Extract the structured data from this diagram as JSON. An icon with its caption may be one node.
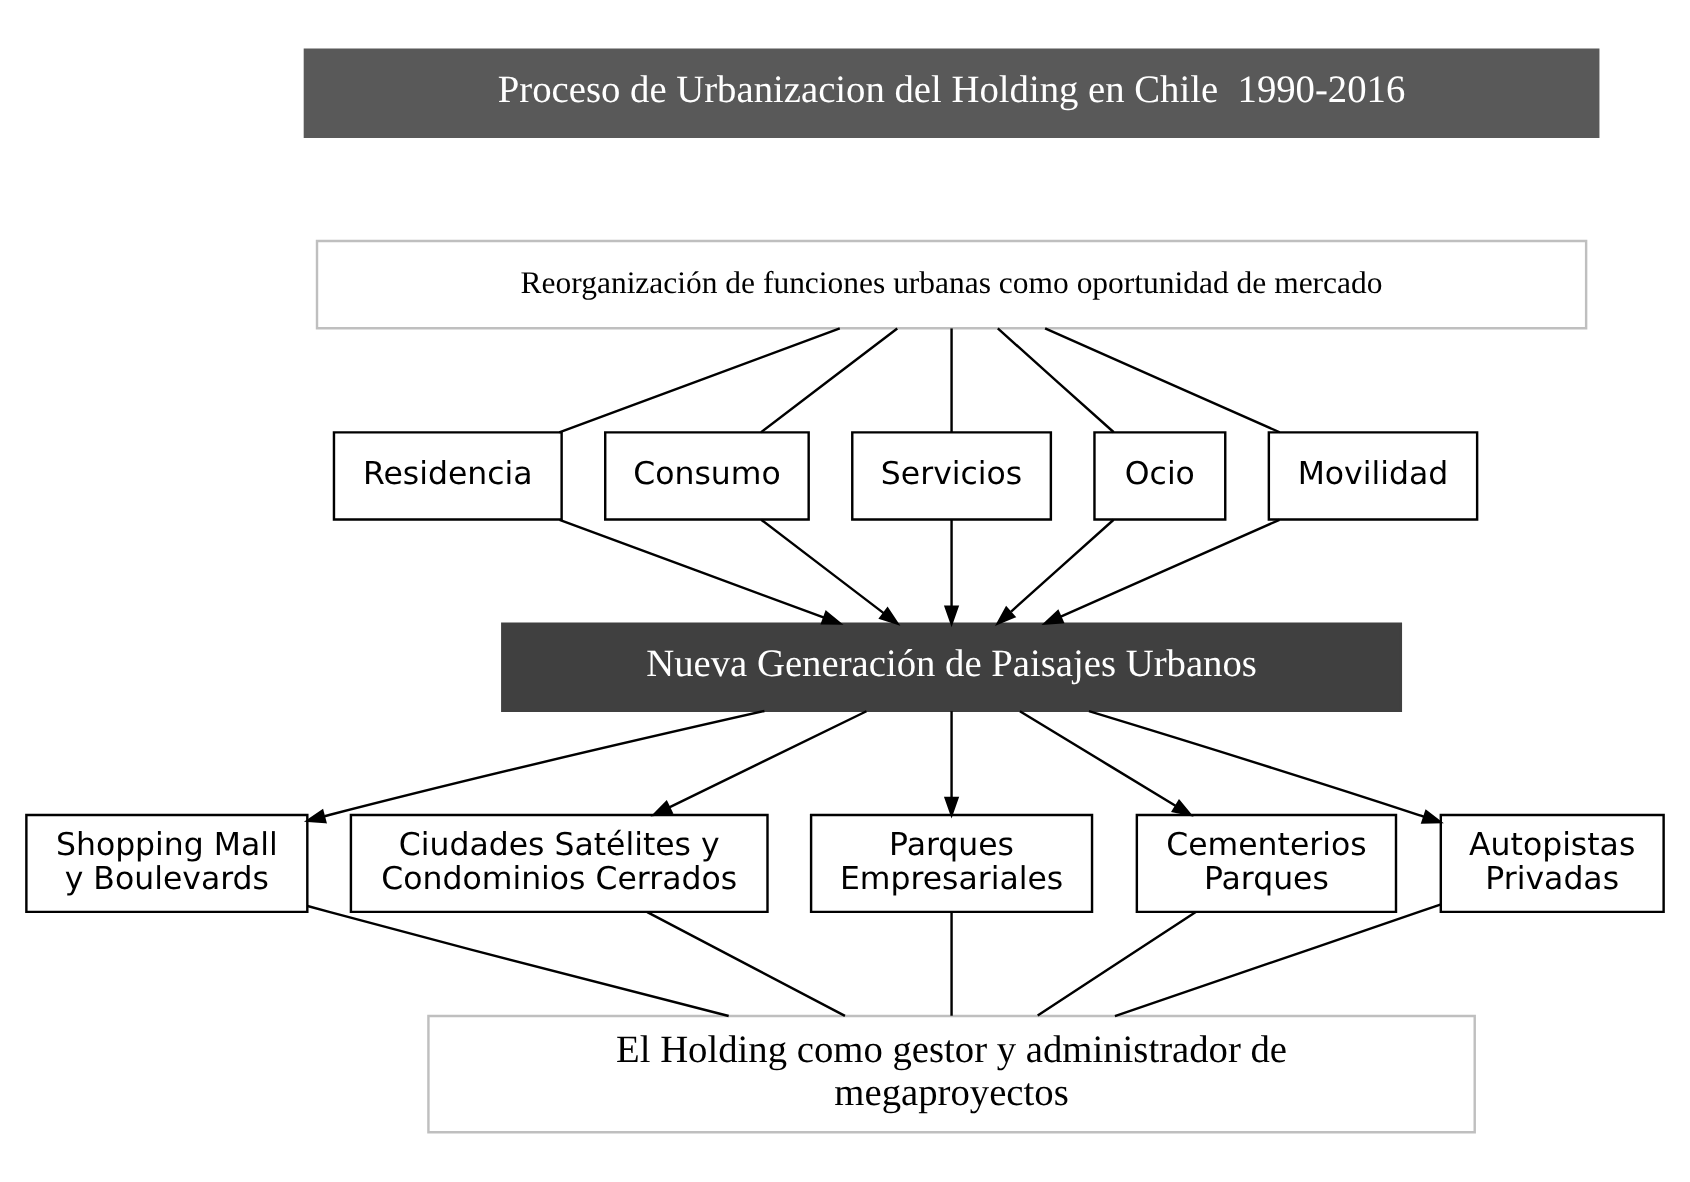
{
  "diagram": {
    "nodes": [
      {
        "text": [
          "Proceso de Urbanizacion del Holding en Chile  1990-2016"
        ]
      },
      {
        "text": [
          "Reorganización de funciones urbanas como oportunidad de mercado"
        ]
      },
      {
        "text": [
          "Residencia"
        ]
      },
      {
        "text": [
          "Consumo"
        ]
      },
      {
        "text": [
          "Servicios"
        ]
      },
      {
        "text": [
          "Ocio"
        ]
      },
      {
        "text": [
          "Movilidad"
        ]
      },
      {
        "text": [
          "Nueva Generación de Paisajes Urbanos"
        ]
      },
      {
        "text": [
          "Shopping Mall y Boulevards"
        ]
      },
      {
        "text": [
          "Ciudades Satélites y Condominios Cerrados"
        ]
      },
      {
        "text": [
          "Parques Empresariales"
        ]
      },
      {
        "text": [
          "Cementerios Parques"
        ]
      },
      {
        "text": [
          "Autopistas Privadas"
        ]
      },
      {
        "text": [
          "El Holding como gestor y administrador de megaproyectos"
        ]
      }
    ],
    "edges": [
      {
        "from": 1,
        "to": 2,
        "arrow": "none"
      },
      {
        "from": 1,
        "to": 3,
        "arrow": "none"
      },
      {
        "from": 1,
        "to": 4,
        "arrow": "none"
      },
      {
        "from": 1,
        "to": 5,
        "arrow": "none"
      },
      {
        "from": 1,
        "to": 6,
        "arrow": "none"
      },
      {
        "from": 2,
        "to": 7,
        "arrow": "to"
      },
      {
        "from": 3,
        "to": 7,
        "arrow": "to"
      },
      {
        "from": 4,
        "to": 7,
        "arrow": "to"
      },
      {
        "from": 5,
        "to": 7,
        "arrow": "to"
      },
      {
        "from": 6,
        "to": 7,
        "arrow": "to"
      },
      {
        "from": 7,
        "to": 8,
        "arrow": "to"
      },
      {
        "from": 7,
        "to": 9,
        "arrow": "to"
      },
      {
        "from": 7,
        "to": 10,
        "arrow": "to"
      },
      {
        "from": 7,
        "to": 11,
        "arrow": "to"
      },
      {
        "from": 7,
        "to": 12,
        "arrow": "to"
      },
      {
        "from": 8,
        "to": 13,
        "arrow": "none"
      },
      {
        "from": 9,
        "to": 13,
        "arrow": "none"
      },
      {
        "from": 10,
        "to": 13,
        "arrow": "none"
      },
      {
        "from": 11,
        "to": 13,
        "arrow": "none"
      },
      {
        "from": 12,
        "to": 13,
        "arrow": "none"
      }
    ]
  }
}
